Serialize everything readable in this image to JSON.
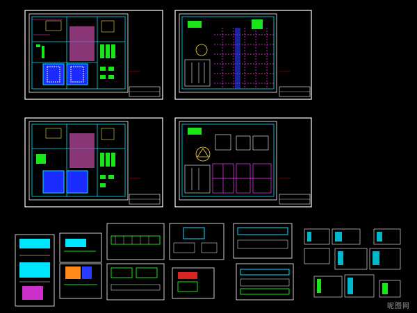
{
  "canvas": {
    "background": "#000000",
    "frame_color": "#ffffff",
    "accent_colors": {
      "cyan": "#00e5ff",
      "green": "#19e619",
      "magenta": "#ff3cff",
      "blue": "#2a3cff",
      "yellow": "#ffe14a",
      "red": "#ff2a2a",
      "orange": "#ff8a1a",
      "white": "#ffffff"
    }
  },
  "sheets": [
    {
      "id": "floor-plan-upper",
      "kind": "floor-plan"
    },
    {
      "id": "ceiling-plan-upper",
      "kind": "ceiling-plan"
    },
    {
      "id": "floor-plan-lower",
      "kind": "floor-plan"
    },
    {
      "id": "ceiling-plan-lower",
      "kind": "ceiling-plan"
    },
    {
      "id": "detail-1",
      "kind": "detail"
    },
    {
      "id": "detail-2",
      "kind": "detail"
    },
    {
      "id": "detail-3",
      "kind": "detail"
    },
    {
      "id": "detail-4",
      "kind": "detail"
    },
    {
      "id": "detail-5",
      "kind": "detail"
    },
    {
      "id": "detail-6",
      "kind": "detail"
    },
    {
      "id": "detail-7",
      "kind": "detail"
    },
    {
      "id": "detail-8",
      "kind": "detail"
    },
    {
      "id": "detail-9",
      "kind": "detail"
    },
    {
      "id": "detail-10",
      "kind": "detail"
    }
  ],
  "watermark": {
    "text": "昵图网"
  }
}
